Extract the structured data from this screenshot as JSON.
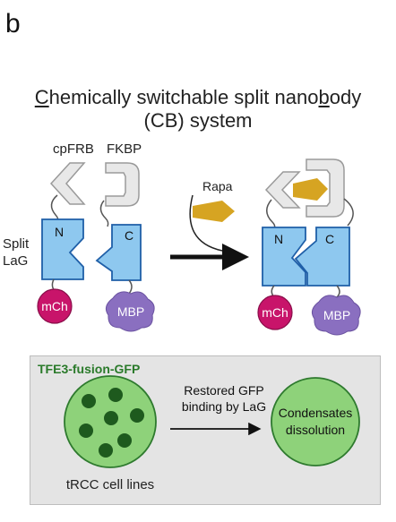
{
  "panel_letter": "b",
  "title": {
    "line1_parts": [
      {
        "text": "C",
        "underline": true
      },
      {
        "text": "hemically switchable split nano",
        "underline": false
      },
      {
        "text": "b",
        "underline": true
      },
      {
        "text": "ody",
        "underline": false
      }
    ],
    "line2": "(CB) system"
  },
  "left_construct": {
    "cpfrb_label": "cpFRB",
    "fkbp_label": "FKBP",
    "split_label_line1": "Split",
    "split_label_line2": "LaG",
    "n_label": "N",
    "c_label": "C",
    "mch_label": "mCh",
    "mbp_label": "MBP"
  },
  "reaction": {
    "rapa_label": "Rapa"
  },
  "right_construct": {
    "n_label": "N",
    "c_label": "C",
    "mch_label": "mCh",
    "mbp_label": "MBP"
  },
  "bottom": {
    "header": "TFE3-fusion-GFP",
    "arrow_text_line1": "Restored GFP",
    "arrow_text_line2": "binding by LaG",
    "result_line1": "Condensates",
    "result_line2": "dissolution",
    "cell_caption": "tRCC cell lines"
  },
  "colors": {
    "nanobody_fill": "#8ec8ef",
    "nanobody_stroke": "#1f5fa8",
    "frb_fill": "#e8e8e8",
    "rapa_fill": "#d6a422",
    "mch_fill": "#c8146a",
    "mbp_fill": "#8a6fc0",
    "cell_fill": "#8ed27a",
    "condensate_fill": "#1e5a1e",
    "header_green": "#2a7a2a"
  }
}
